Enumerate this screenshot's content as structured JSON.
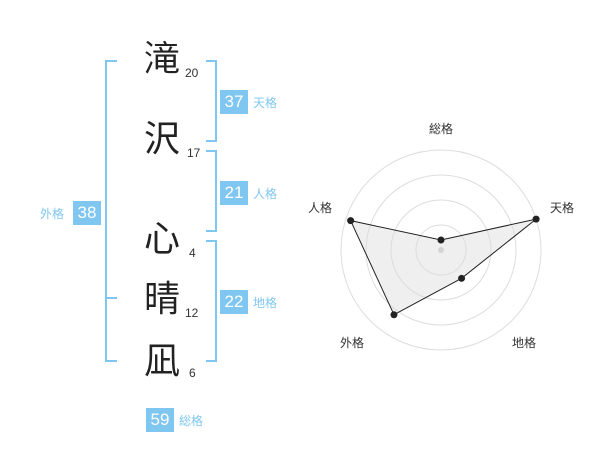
{
  "name": {
    "characters": [
      {
        "char": "滝",
        "strokes": "20"
      },
      {
        "char": "沢",
        "strokes": "17"
      },
      {
        "char": "心",
        "strokes": "4"
      },
      {
        "char": "晴",
        "strokes": "12"
      },
      {
        "char": "凪",
        "strokes": "6"
      }
    ]
  },
  "fortunes": {
    "tenkaku": {
      "value": "37",
      "label": "天格"
    },
    "jinkaku": {
      "value": "21",
      "label": "人格"
    },
    "chikaku": {
      "value": "22",
      "label": "地格"
    },
    "gaikaku": {
      "value": "38",
      "label": "外格"
    },
    "soukaku": {
      "value": "59",
      "label": "総格"
    }
  },
  "colors": {
    "accent": "#7fc6f0",
    "text": "#222222"
  },
  "chart_data": {
    "type": "radar",
    "axes": [
      "総格",
      "天格",
      "地格",
      "外格",
      "人格"
    ],
    "values": [
      0.1,
      1.0,
      0.35,
      0.8,
      0.95
    ],
    "max": 1,
    "rings": 4
  }
}
